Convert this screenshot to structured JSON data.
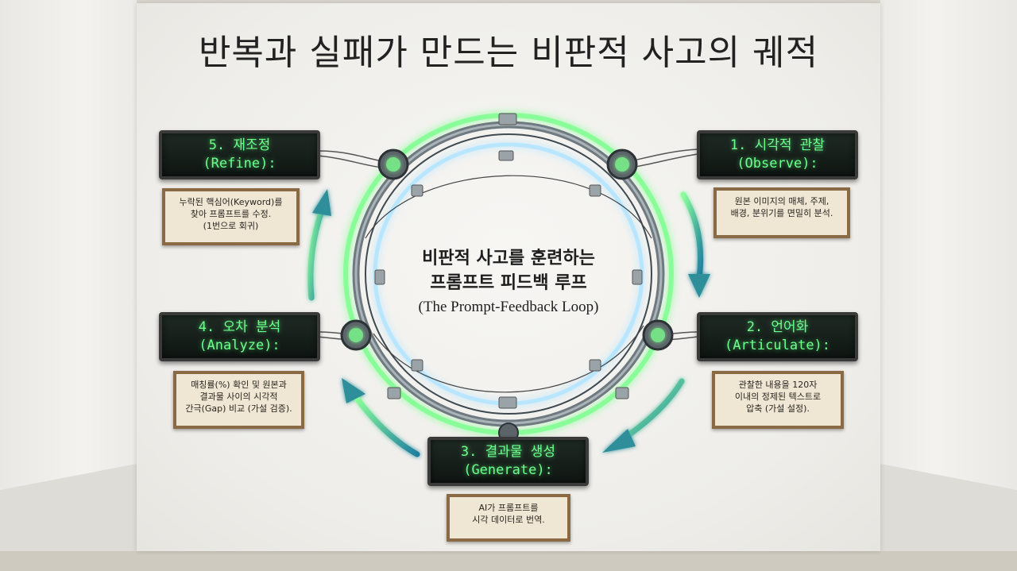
{
  "title": "반복과 실패가 만드는 비판적 사고의 궤적",
  "center": {
    "line1": "비판적 사고를 훈련하는",
    "line2": "프롬프트 피드백 루프",
    "line3": "(The Prompt-Feedback Loop)"
  },
  "steps": [
    {
      "title": "1. 시각적 관찰",
      "subtitle": "(Observe):",
      "desc": [
        "원본 이미지의 매체, 주제,",
        "배경, 분위기를 면밀히 분석."
      ]
    },
    {
      "title": "2. 언어화",
      "subtitle": "(Articulate):",
      "desc": [
        "관찰한 내용을 120자",
        "이내의 정제된 텍스트로",
        "압축 (가설 설정)."
      ]
    },
    {
      "title": "3. 결과물 생성",
      "subtitle": "(Generate):",
      "desc": [
        "AI가 프롬프트를",
        "시각 데이터로 번역."
      ]
    },
    {
      "title": "4. 오차 분석",
      "subtitle": "(Analyze):",
      "desc": [
        "매칭률(%) 확인 및 원본과",
        "결과물 사이의 시각적",
        "간극(Gap) 비교 (가설 검증)."
      ]
    },
    {
      "title": "5. 재조정",
      "subtitle": "(Refine):",
      "desc": [
        "누락된 핵심어(Keyword)를",
        "찾아 프롬프트를 수정.",
        "(1번으로 회귀)"
      ]
    }
  ],
  "colors": {
    "neon_green": "#6dff8c",
    "neon_blue": "#9fd8ff",
    "arrow_teal": "#2f8f9a",
    "wood": "#8a6a45"
  }
}
